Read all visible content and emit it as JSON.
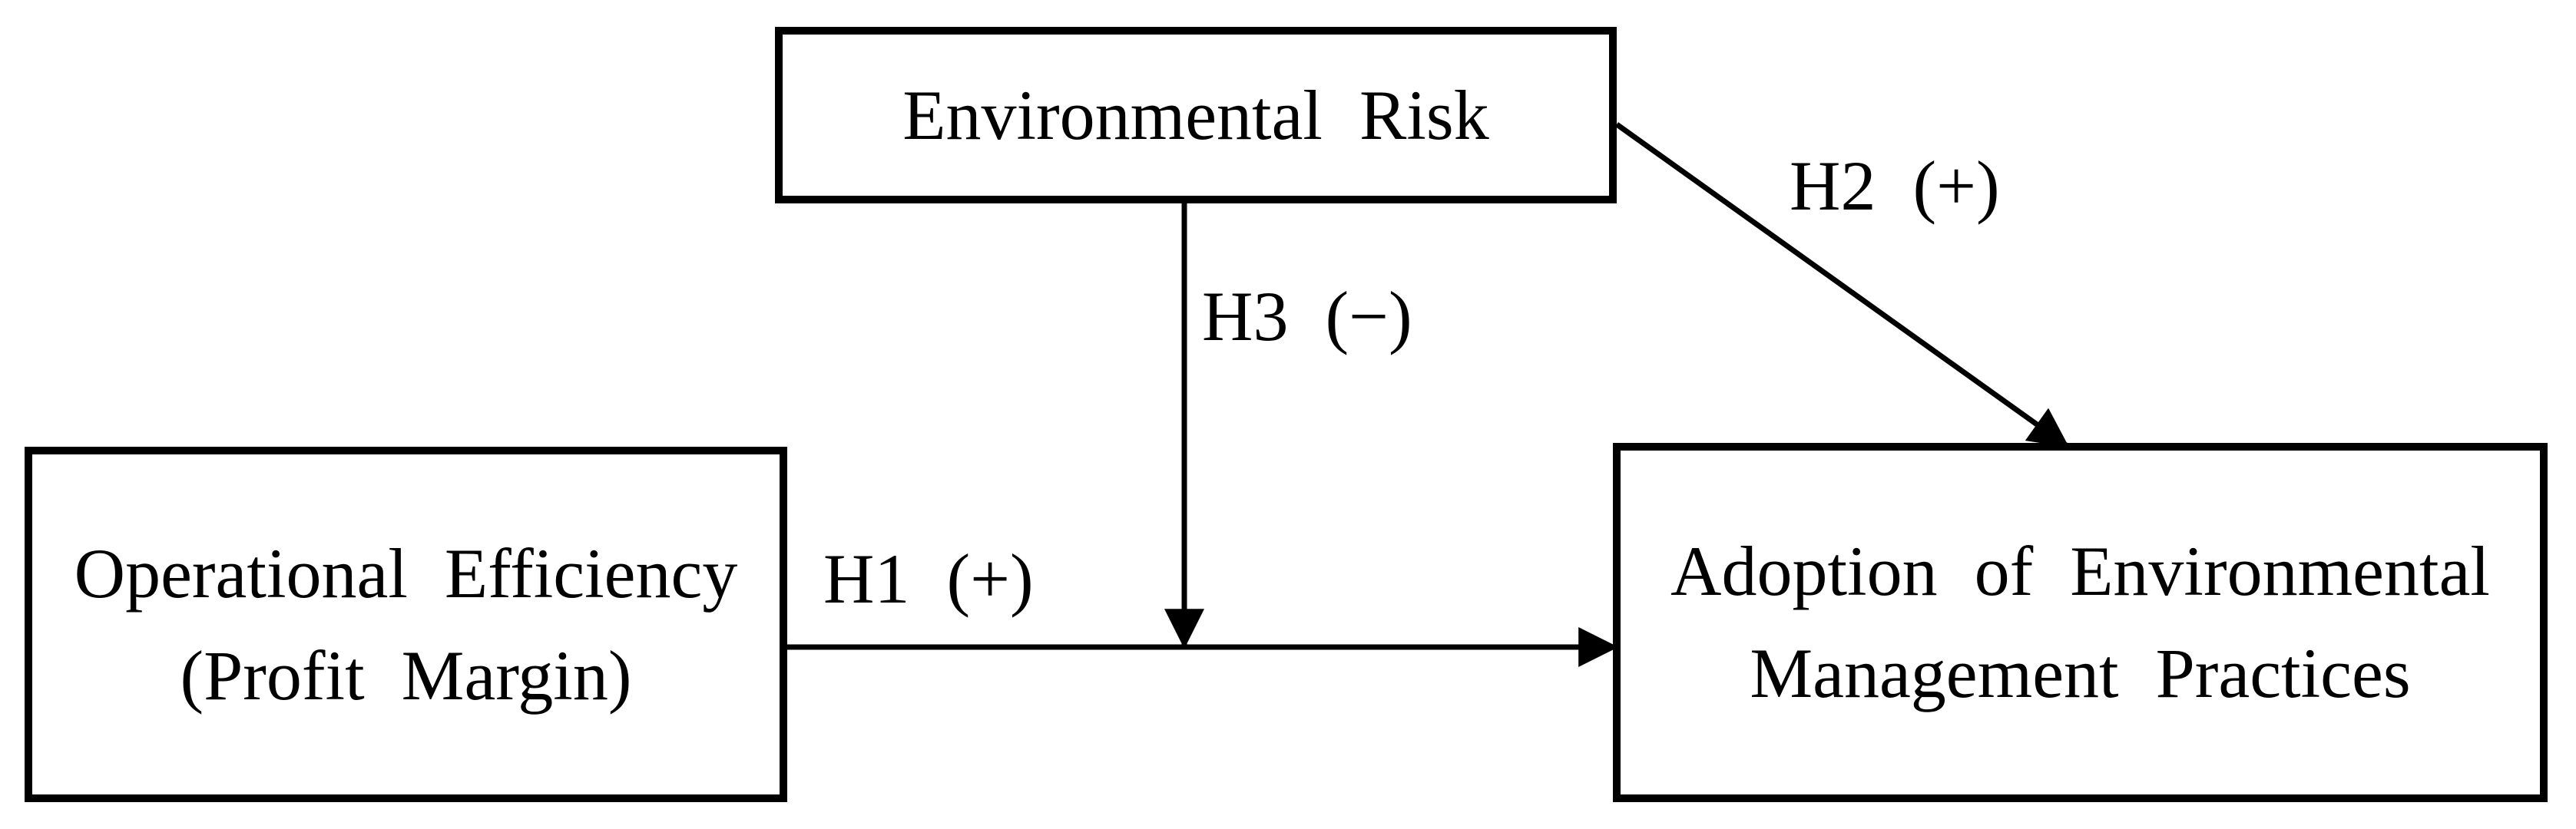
{
  "figure": {
    "type": "conceptual-model-diagram",
    "colors": {
      "ink": "#000000",
      "background": "#ffffff"
    },
    "nodes": {
      "environmental_risk": {
        "label": "Environmental Risk"
      },
      "operational_efficiency": {
        "line1": "Operational Efficiency",
        "line2": "(Profit Margin)"
      },
      "adoption_of_emp": {
        "line1": "Adoption of Environmental",
        "line2": "Management Practices"
      }
    },
    "edges": {
      "h1": {
        "label": "H1 (+)",
        "sign": "+",
        "from": "operational_efficiency",
        "to": "adoption_of_emp"
      },
      "h2": {
        "label": "H2 (+)",
        "sign": "+",
        "from": "environmental_risk",
        "to": "adoption_of_emp"
      },
      "h3": {
        "label": "H3 (−)",
        "sign": "−",
        "from": "environmental_risk",
        "to": "h1_path_moderation"
      }
    }
  }
}
